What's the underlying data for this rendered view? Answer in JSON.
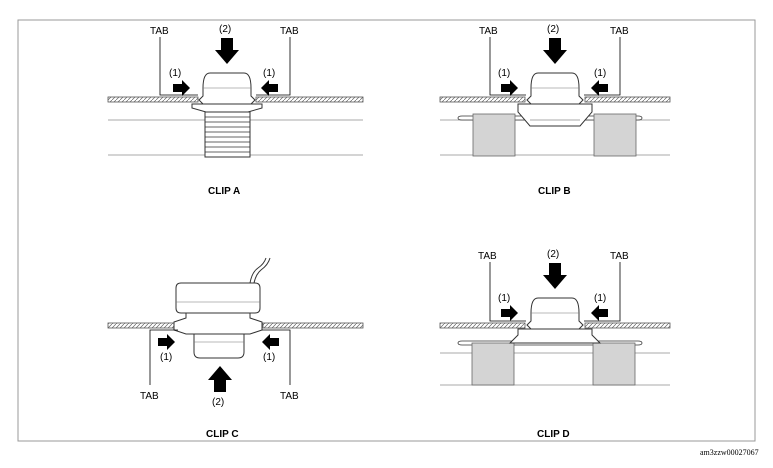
{
  "labels": {
    "tab": "TAB",
    "push_in": "(1)",
    "push_through": "(2)"
  },
  "clips": [
    {
      "id": "a",
      "title": "CLIP A"
    },
    {
      "id": "b",
      "title": "CLIP B"
    },
    {
      "id": "c",
      "title": "CLIP C"
    },
    {
      "id": "d",
      "title": "CLIP D"
    }
  ],
  "figure_code": "am3zzw00027067"
}
